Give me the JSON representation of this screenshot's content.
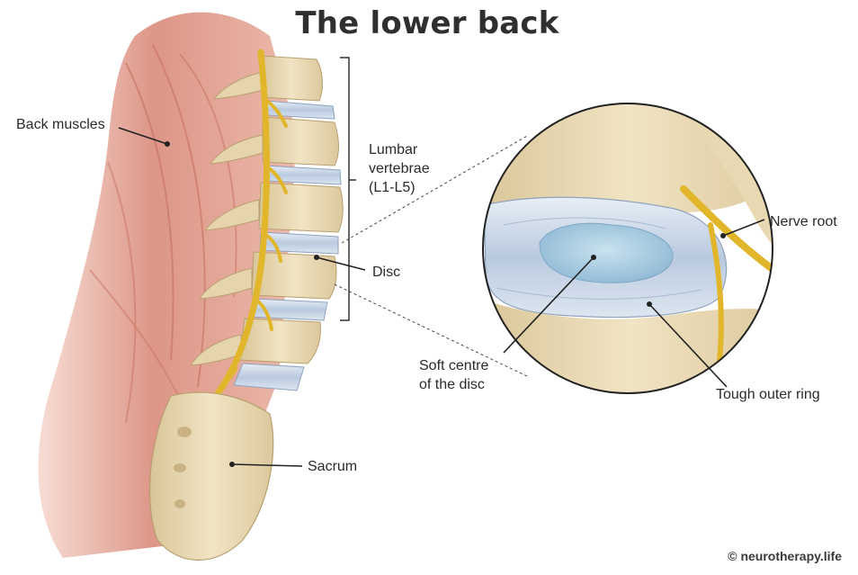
{
  "title": "The lower back",
  "labels": {
    "back_muscles": "Back muscles",
    "lumbar_vertebrae": [
      "Lumbar",
      "vertebrae",
      "(L1-L5)"
    ],
    "disc": "Disc",
    "nerve_root": "Nerve root",
    "soft_centre": [
      "Soft centre",
      "of the disc"
    ],
    "tough_outer_ring": "Tough outer ring",
    "sacrum": "Sacrum"
  },
  "credit": "© neurotherapy.life",
  "colors": {
    "muscle": "#d98a7a",
    "bone": "#ecdcb6",
    "disc": "#c6d4e4",
    "nerve": "#e2b62a",
    "nucleus": "#9cc4dc"
  }
}
